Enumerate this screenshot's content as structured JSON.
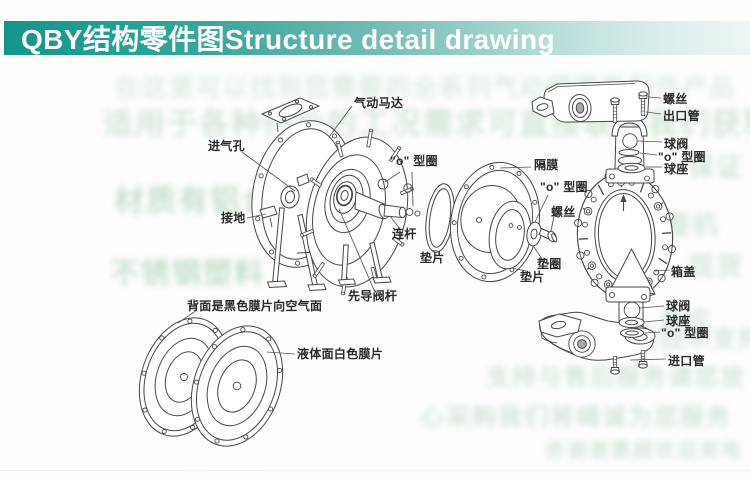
{
  "title": {
    "text": "QBY结构零件图Structure detail drawing"
  },
  "colors": {
    "title_bar_start": "#14948a",
    "title_bar_end": "#eaf5f3",
    "title_text": "#ffffff",
    "line_art": "#474747",
    "watermark_green": "#9ccaa8"
  },
  "labels": {
    "air_motor": "气动马达",
    "air_inlet_hole": "进气孔",
    "grounding": "接地",
    "o_ring_shaft": "\"o\" 型圈",
    "connecting_rod": "连杆",
    "pilot_valve_stem": "先导阀杆",
    "gasket_left": "垫片",
    "diaphragm": "隔膜",
    "o_ring_middle": "\"o\" 型圈",
    "screw_middle": "螺丝",
    "washer_middle": "垫圈",
    "gasket_middle": "垫片",
    "black_diaphragm_note": "背面是黑色膜片向空气面",
    "white_diaphragm_note": "液体面白色膜片",
    "screw_top": "螺丝",
    "outlet_pipe": "出口管",
    "ball_valve_top": "球阀",
    "o_ring_top": "\"o\" 型圈",
    "ball_seat_top": "球座",
    "box_cover": "箱盖",
    "ball_valve_bottom": "球阀",
    "ball_seat_bottom": "球座",
    "o_ring_bottom": "\"o\" 型圈",
    "inlet_pipe": "进口管"
  },
  "watermarks": [
    {
      "text": "在这里可以找到您需要的全系列气动隔膜泵配件产品"
    },
    {
      "text": "适用于各种行业的工况需求可直接联系我们获取报"
    },
    {
      "text": "材质有铝合金"
    },
    {
      "text": "保证"
    },
    {
      "text": "不锈钢塑料"
    },
    {
      "text": "整机"
    },
    {
      "text": "现货"
    },
    {
      "text": "供应"
    },
    {
      "text": "免费提供技术支持"
    },
    {
      "text": "支持与售后服务请您放"
    },
    {
      "text": "心采购我们将竭诚为您服务"
    },
    {
      "text": "务谢谢惠顾欢迎来电"
    }
  ]
}
